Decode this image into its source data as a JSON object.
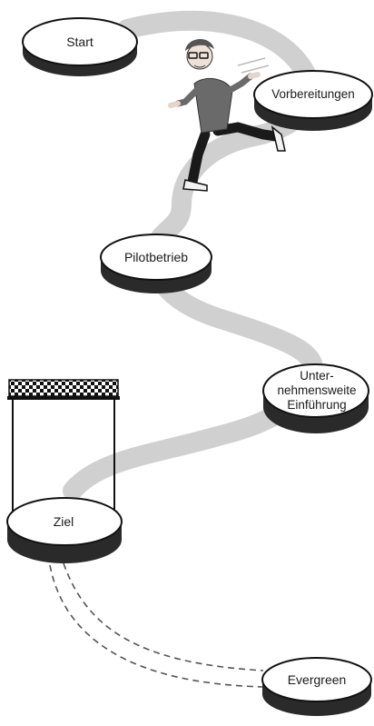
{
  "diagram": {
    "stations": {
      "start": "Start",
      "vorbereitungen": "Vorbereitungen",
      "pilotbetrieb": "Pilotbetrieb",
      "einfuehrung": "Unter-\nnehmensweite\nEinführung",
      "ziel": "Ziel",
      "evergreen": "Evergreen"
    },
    "icons": {
      "runner": "running-person-icon",
      "finish": "checkered-finish-flag-icon"
    },
    "colors": {
      "path": "#cfcfcf",
      "disc_top": "#ffffff",
      "disc_side": "#2a2a2a",
      "outline": "#111111",
      "dashed_line": "#555555"
    }
  }
}
